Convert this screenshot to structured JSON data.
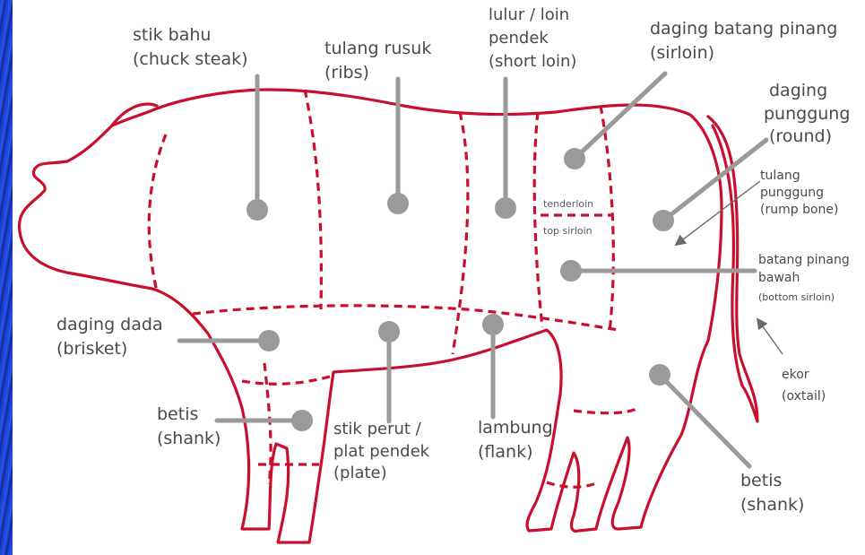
{
  "colors": {
    "outline": "#c8102e",
    "marker": "#9a9a9a",
    "text": "#4a4a4a",
    "frame": "#0b1f7a"
  },
  "labels": {
    "chuck": {
      "line1": "stik bahu",
      "line2": "(chuck steak)"
    },
    "ribs": {
      "line1": "tulang rusuk",
      "line2": "(ribs)"
    },
    "shortloin": {
      "line1": "lulur / loin",
      "line2": "pendek",
      "line3": "(short loin)"
    },
    "sirloin": {
      "line1": "daging batang pinang",
      "line2": "(sirloin)"
    },
    "round": {
      "line1": "daging",
      "line2": "punggung",
      "line3": "(round)"
    },
    "rump": {
      "line1": "tulang",
      "line2": "punggung",
      "line3": "(rump bone)"
    },
    "bottom_sirloin": {
      "line1": "batang pinang",
      "line2": "bawah",
      "line3": "(bottom sirloin)"
    },
    "brisket": {
      "line1": "daging dada",
      "line2": "(brisket)"
    },
    "shank_front": {
      "line1": "betis",
      "line2": "(shank)"
    },
    "plate": {
      "line1": "stik perut /",
      "line2": "plat pendek",
      "line3": "(plate)"
    },
    "flank": {
      "line1": "lambung",
      "line2": "(flank)"
    },
    "oxtail": {
      "line1": "ekor",
      "line2": "(oxtail)"
    },
    "shank_rear": {
      "line1": "betis",
      "line2": "(shank)"
    },
    "tenderloin": "tenderloin",
    "top_sirloin": "top sirloin"
  }
}
